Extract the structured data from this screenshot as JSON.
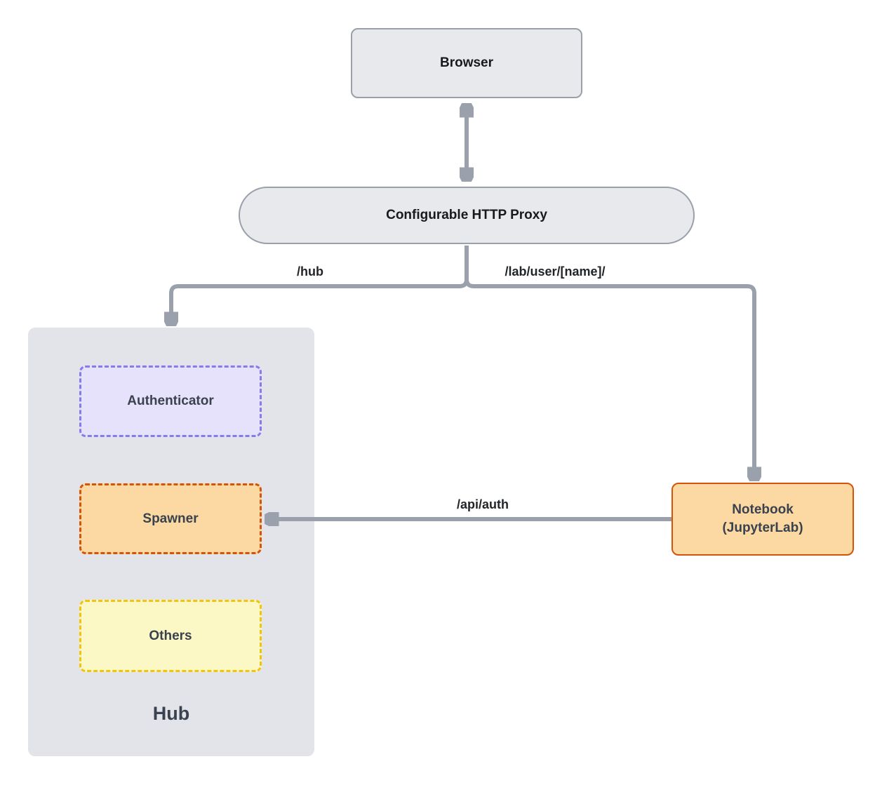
{
  "diagram": {
    "nodes": {
      "browser": {
        "label": "Browser"
      },
      "proxy": {
        "label": "Configurable HTTP Proxy"
      },
      "hub": {
        "label": "Hub"
      },
      "authenticator": {
        "label": "Authenticator"
      },
      "spawner": {
        "label": "Spawner"
      },
      "others": {
        "label": "Others"
      },
      "notebook": {
        "line1": "Notebook",
        "line2": "(JupyterLab)"
      }
    },
    "edges": {
      "browser_proxy": {
        "from": "Browser",
        "to": "Configurable HTTP Proxy",
        "label": "",
        "direction": "bidirectional"
      },
      "proxy_hub": {
        "from": "Configurable HTTP Proxy",
        "to": "Hub",
        "label": "/hub",
        "direction": "forward"
      },
      "proxy_notebook": {
        "from": "Configurable HTTP Proxy",
        "to": "Notebook (JupyterLab)",
        "label": "/lab/user/[name]/",
        "direction": "forward"
      },
      "notebook_spawner": {
        "from": "Notebook (JupyterLab)",
        "to": "Spawner",
        "label": "/api/auth",
        "direction": "forward"
      }
    },
    "colors": {
      "arrow": "#9aa1ac",
      "gray_node_fill": "#e7e9ed",
      "gray_node_border": "#99a0aa",
      "hub_container_fill": "#e2e4e9",
      "authenticator_fill": "#e6e2fc",
      "authenticator_border": "#867bea",
      "spawner_fill": "#fcd9a2",
      "spawner_border": "#d4540a",
      "others_fill": "#fbf8c6",
      "others_border": "#f2c40f",
      "notebook_fill": "#fcd9a2",
      "notebook_border": "#d4540a",
      "node_text_dark": "#17191d",
      "node_text_slate": "#39424e"
    }
  }
}
